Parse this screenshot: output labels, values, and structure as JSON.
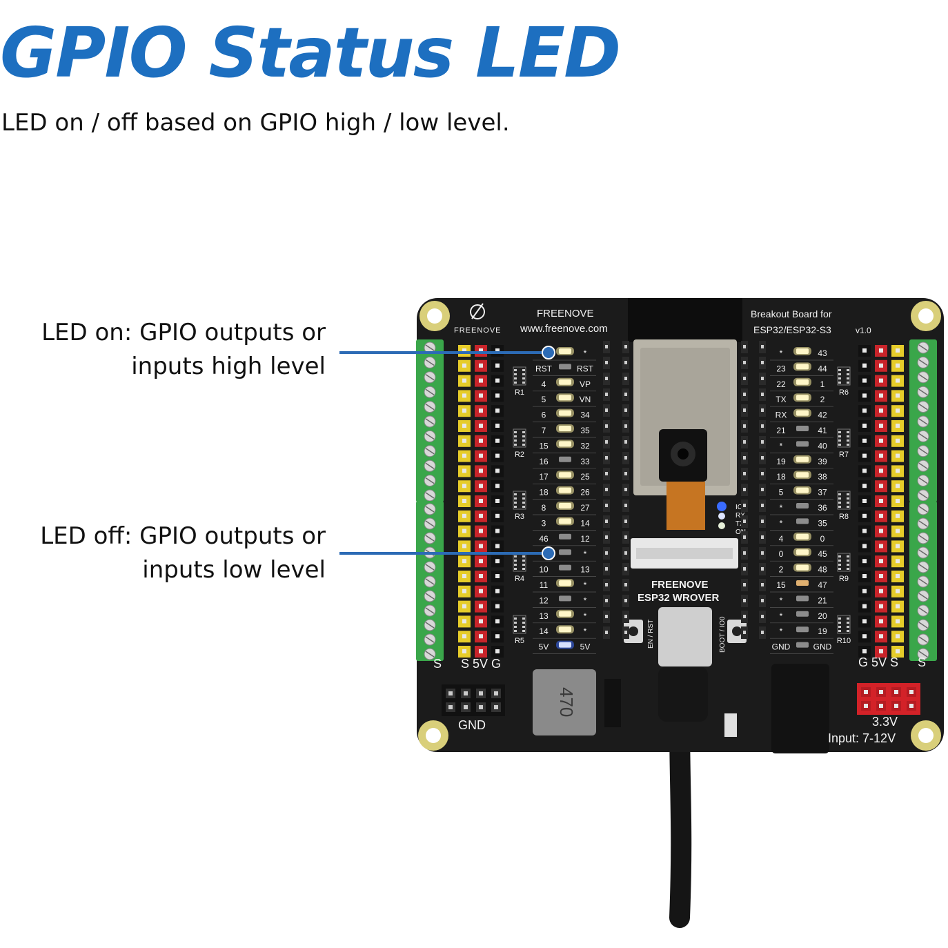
{
  "title": "GPIO Status LED",
  "subtitle": "LED on / off based on GPIO high / low level.",
  "callouts": {
    "on": {
      "line1": "LED on: GPIO outputs or",
      "line2": "inputs high level"
    },
    "off": {
      "line1": "LED off: GPIO outputs or",
      "line2": "inputs low level"
    }
  },
  "board": {
    "brand": "FREENOVE",
    "brand_small": "FREENOVE",
    "website": "www.freenove.com",
    "product_line1": "Breakout Board for",
    "product_line2": "ESP32/ESP32-S3",
    "version": "v1.0",
    "module_line1": "FREENOVE",
    "module_line2": "ESP32 WROVER",
    "left_header": "S 5V G",
    "right_header": "G 5V S",
    "gnd_label": "GND",
    "power_label": "3.3V",
    "input_label": "Input: 7-12V",
    "inductor_label": "470",
    "status_labels": [
      "IO2",
      "RX",
      "TX",
      "ON"
    ],
    "button_left": "EN / RST",
    "button_right": "BOOT / IO0",
    "resistors_left": [
      "R1",
      "R2",
      "R3",
      "R4",
      "R5"
    ],
    "resistors_right": [
      "R6",
      "R7",
      "R8",
      "R9",
      "R10"
    ],
    "left_rows": [
      {
        "a": "",
        "b": "*",
        "led": "on"
      },
      {
        "a": "RST",
        "b": "RST",
        "led": "off"
      },
      {
        "a": "4",
        "b": "VP",
        "led": "on"
      },
      {
        "a": "5",
        "b": "VN",
        "led": "on"
      },
      {
        "a": "6",
        "b": "34",
        "led": "on"
      },
      {
        "a": "7",
        "b": "35",
        "led": "on"
      },
      {
        "a": "15",
        "b": "32",
        "led": "on"
      },
      {
        "a": "16",
        "b": "33",
        "led": "off"
      },
      {
        "a": "17",
        "b": "25",
        "led": "on"
      },
      {
        "a": "18",
        "b": "26",
        "led": "on"
      },
      {
        "a": "8",
        "b": "27",
        "led": "on"
      },
      {
        "a": "3",
        "b": "14",
        "led": "on"
      },
      {
        "a": "46",
        "b": "12",
        "led": "off"
      },
      {
        "a": "",
        "b": "*",
        "led": "off"
      },
      {
        "a": "10",
        "b": "13",
        "led": "off"
      },
      {
        "a": "11",
        "b": "*",
        "led": "on"
      },
      {
        "a": "12",
        "b": "*",
        "led": "off"
      },
      {
        "a": "13",
        "b": "*",
        "led": "on"
      },
      {
        "a": "14",
        "b": "*",
        "led": "on"
      },
      {
        "a": "5V",
        "b": "5V",
        "led": "blue"
      }
    ],
    "right_rows": [
      {
        "a": "*",
        "b": "43",
        "led": "on"
      },
      {
        "a": "23",
        "b": "44",
        "led": "on"
      },
      {
        "a": "22",
        "b": "1",
        "led": "on"
      },
      {
        "a": "TX",
        "b": "2",
        "led": "on"
      },
      {
        "a": "RX",
        "b": "42",
        "led": "on"
      },
      {
        "a": "21",
        "b": "41",
        "led": "off"
      },
      {
        "a": "*",
        "b": "40",
        "led": "off"
      },
      {
        "a": "19",
        "b": "39",
        "led": "on"
      },
      {
        "a": "18",
        "b": "38",
        "led": "on"
      },
      {
        "a": "5",
        "b": "37",
        "led": "on"
      },
      {
        "a": "*",
        "b": "36",
        "led": "off"
      },
      {
        "a": "*",
        "b": "35",
        "led": "off"
      },
      {
        "a": "4",
        "b": "0",
        "led": "on"
      },
      {
        "a": "0",
        "b": "45",
        "led": "on"
      },
      {
        "a": "2",
        "b": "48",
        "led": "on"
      },
      {
        "a": "15",
        "b": "47",
        "led": "dim"
      },
      {
        "a": "*",
        "b": "21",
        "led": "off"
      },
      {
        "a": "*",
        "b": "20",
        "led": "off"
      },
      {
        "a": "*",
        "b": "19",
        "led": "off"
      },
      {
        "a": "GND",
        "b": "GND",
        "led": "off"
      }
    ]
  },
  "colors": {
    "title": "#1d6fc0",
    "pointer": "#2c6bb5",
    "pcb": "#1b1b1b",
    "terminal": "#3aa64a",
    "pin_red": "#c8242a",
    "pin_yellow": "#e6cc2a",
    "led_on": "#fff6c8",
    "led_off": "#8c8c8c",
    "led_blue": "#3a6cff"
  }
}
